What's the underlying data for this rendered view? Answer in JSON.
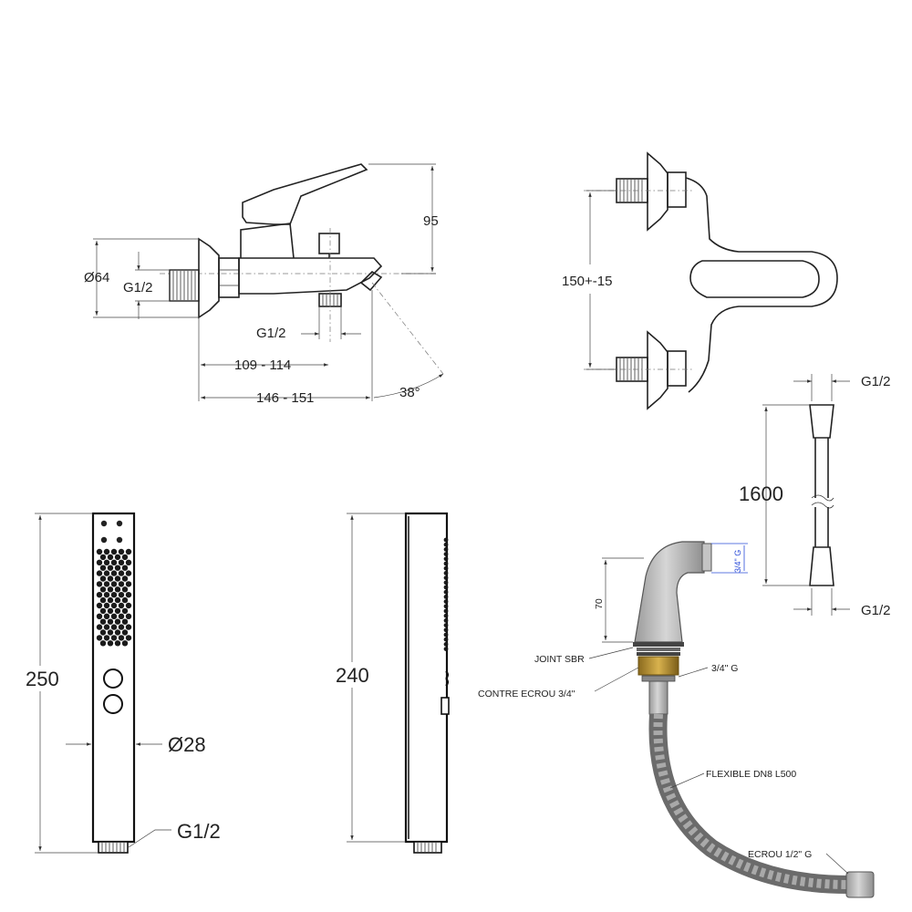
{
  "side_view": {
    "height": "95",
    "diameter": "Ø64",
    "inlet_thread": "G1/2",
    "outlet_thread": "G1/2",
    "length_1": "109 - 114",
    "length_2": "146 - 151",
    "angle": "38°"
  },
  "front_view": {
    "center_distance": "150+-15"
  },
  "hose": {
    "top_thread": "G1/2",
    "length": "1600",
    "bottom_thread": "G1/2"
  },
  "hand_shower_front": {
    "length": "250",
    "diameter": "Ø28",
    "thread": "G1/2"
  },
  "hand_shower_side": {
    "length": "240"
  },
  "spout_detail": {
    "height": "70",
    "top_thread": "3/4\" G",
    "joint": "JOINT SBR",
    "nut": "CONTRE ECROU 3/4\"",
    "mount_thread": "3/4\" G",
    "flexible": "FLEXIBLE DN8 L500",
    "end_nut": "ECROU 1/2\" G"
  }
}
